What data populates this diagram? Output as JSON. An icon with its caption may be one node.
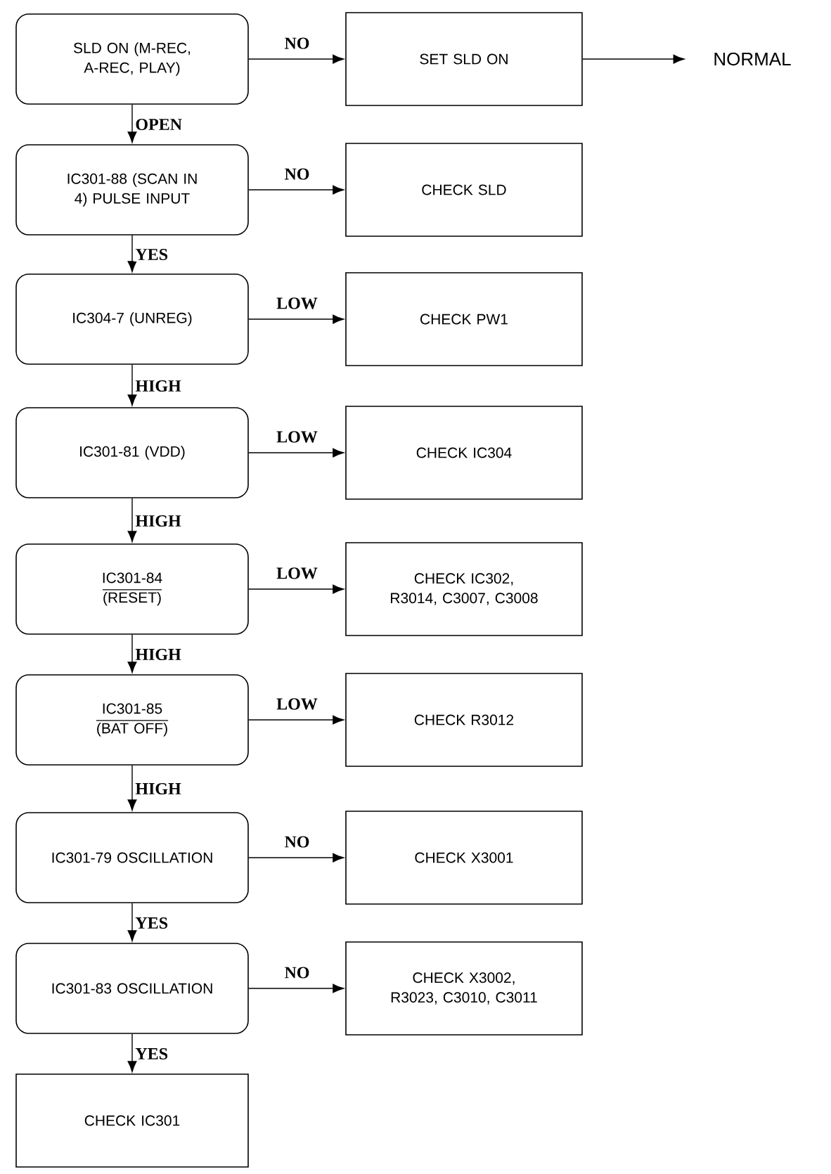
{
  "diagram": {
    "nodes": [
      {
        "text": [
          "SLD ON (M-REC, A-REC, PLAY)"
        ]
      },
      {
        "text": [
          "SET SLD ON"
        ]
      },
      {
        "text": [
          "NORMAL"
        ]
      },
      {
        "text": [
          "IC301-88 (SCAN IN 4) PULSE INPUT"
        ]
      },
      {
        "text": [
          "CHECK SLD"
        ]
      },
      {
        "text": [
          "IC304-7 (UNREG)"
        ]
      },
      {
        "text": [
          "CHECK PW1"
        ]
      },
      {
        "text": [
          "IC301-81 (VDD)"
        ]
      },
      {
        "text": [
          "CHECK IC304"
        ]
      },
      {
        "text": [
          "IC301-84",
          "(RESET)"
        ]
      },
      {
        "text": [
          "CHECK IC302, R3014, C3007, C3008"
        ]
      },
      {
        "text": [
          "IC301-85",
          "(BAT OFF)"
        ]
      },
      {
        "text": [
          "CHECK R3012"
        ]
      },
      {
        "text": [
          "IC301-79 OSCILLATION"
        ]
      },
      {
        "text": [
          "CHECK X3001"
        ]
      },
      {
        "text": [
          "IC301-83 OSCILLATION"
        ]
      },
      {
        "text": [
          "CHECK X3002, R3023, C3010, C3011"
        ]
      },
      {
        "text": [
          "CHECK IC301"
        ]
      }
    ],
    "edges": [
      {
        "from": 0,
        "to": 1,
        "arrow": "to",
        "label": "NO"
      },
      {
        "from": 1,
        "to": 2,
        "arrow": "to"
      },
      {
        "from": 0,
        "to": 3,
        "arrow": "to",
        "label": "OPEN"
      },
      {
        "from": 3,
        "to": 4,
        "arrow": "to",
        "label": "NO"
      },
      {
        "from": 3,
        "to": 5,
        "arrow": "to",
        "label": "YES"
      },
      {
        "from": 5,
        "to": 6,
        "arrow": "to",
        "label": "LOW"
      },
      {
        "from": 5,
        "to": 7,
        "arrow": "to",
        "label": "HIGH"
      },
      {
        "from": 7,
        "to": 8,
        "arrow": "to",
        "label": "LOW"
      },
      {
        "from": 7,
        "to": 9,
        "arrow": "to",
        "label": "HIGH"
      },
      {
        "from": 9,
        "to": 10,
        "arrow": "to",
        "label": "LOW"
      },
      {
        "from": 9,
        "to": 11,
        "arrow": "to",
        "label": "HIGH"
      },
      {
        "from": 11,
        "to": 12,
        "arrow": "to",
        "label": "LOW"
      },
      {
        "from": 11,
        "to": 13,
        "arrow": "to",
        "label": "HIGH"
      },
      {
        "from": 13,
        "to": 14,
        "arrow": "to",
        "label": "NO"
      },
      {
        "from": 13,
        "to": 15,
        "arrow": "to",
        "label": "YES"
      },
      {
        "from": 15,
        "to": 16,
        "arrow": "to",
        "label": "NO"
      },
      {
        "from": 15,
        "to": 17,
        "arrow": "to",
        "label": "YES"
      }
    ]
  }
}
